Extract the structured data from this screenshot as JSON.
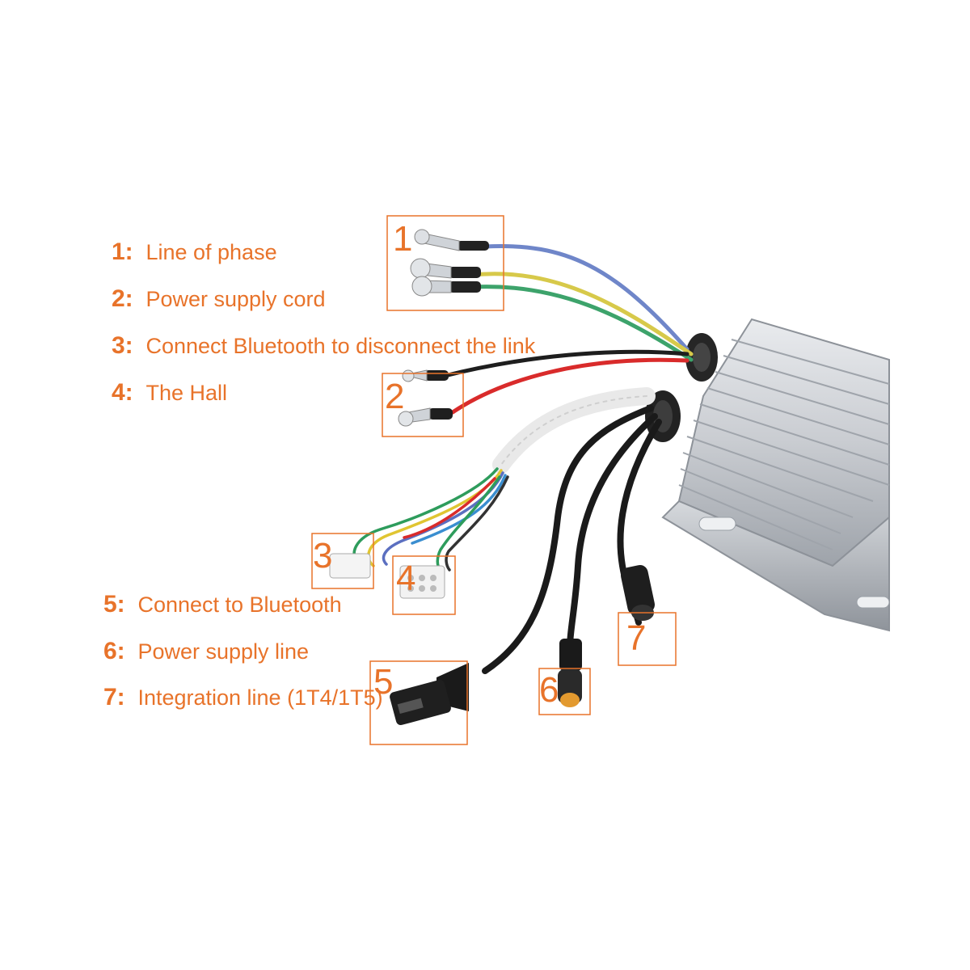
{
  "accent_color": "#e8732a",
  "legend": [
    {
      "num": "1:",
      "text": "Line of phase"
    },
    {
      "num": "2:",
      "text": "Power supply cord"
    },
    {
      "num": "3:",
      "text": "Connect Bluetooth to disconnect the link"
    },
    {
      "num": "4:",
      "text": "The Hall"
    },
    {
      "num": "5:",
      "text": "Connect to Bluetooth"
    },
    {
      "num": "6:",
      "text": "Power supply line"
    },
    {
      "num": "7:",
      "text": "Integration line (1T4/1T5)"
    }
  ],
  "callouts": [
    "1",
    "2",
    "3",
    "4",
    "5",
    "6",
    "7"
  ]
}
